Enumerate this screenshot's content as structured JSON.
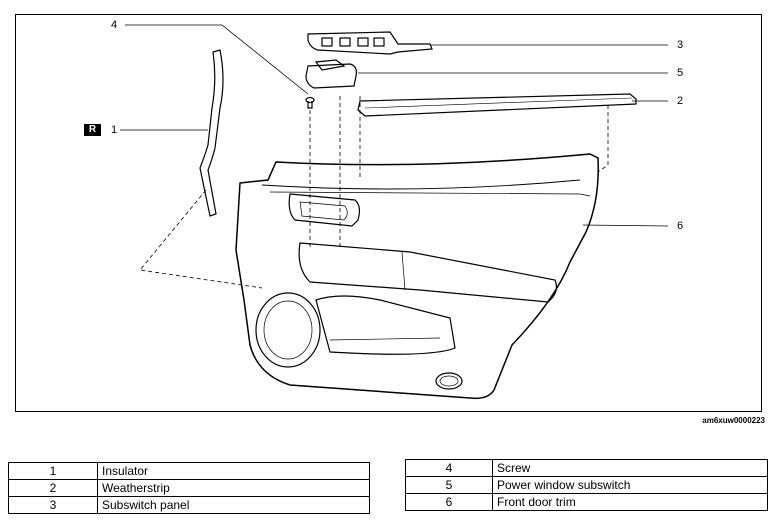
{
  "diagram": {
    "image_code": "am6xuw0000223",
    "orientation_badge": "R",
    "callouts": {
      "c1": "1",
      "c2": "2",
      "c3": "3",
      "c4": "4",
      "c5": "5",
      "c6": "6"
    }
  },
  "legend_left": [
    {
      "num": "1",
      "name": "Insulator"
    },
    {
      "num": "2",
      "name": "Weatherstrip"
    },
    {
      "num": "3",
      "name": "Subswitch panel"
    }
  ],
  "legend_right": [
    {
      "num": "4",
      "name": "Screw"
    },
    {
      "num": "5",
      "name": "Power window subswitch"
    },
    {
      "num": "6",
      "name": "Front door trim"
    }
  ]
}
